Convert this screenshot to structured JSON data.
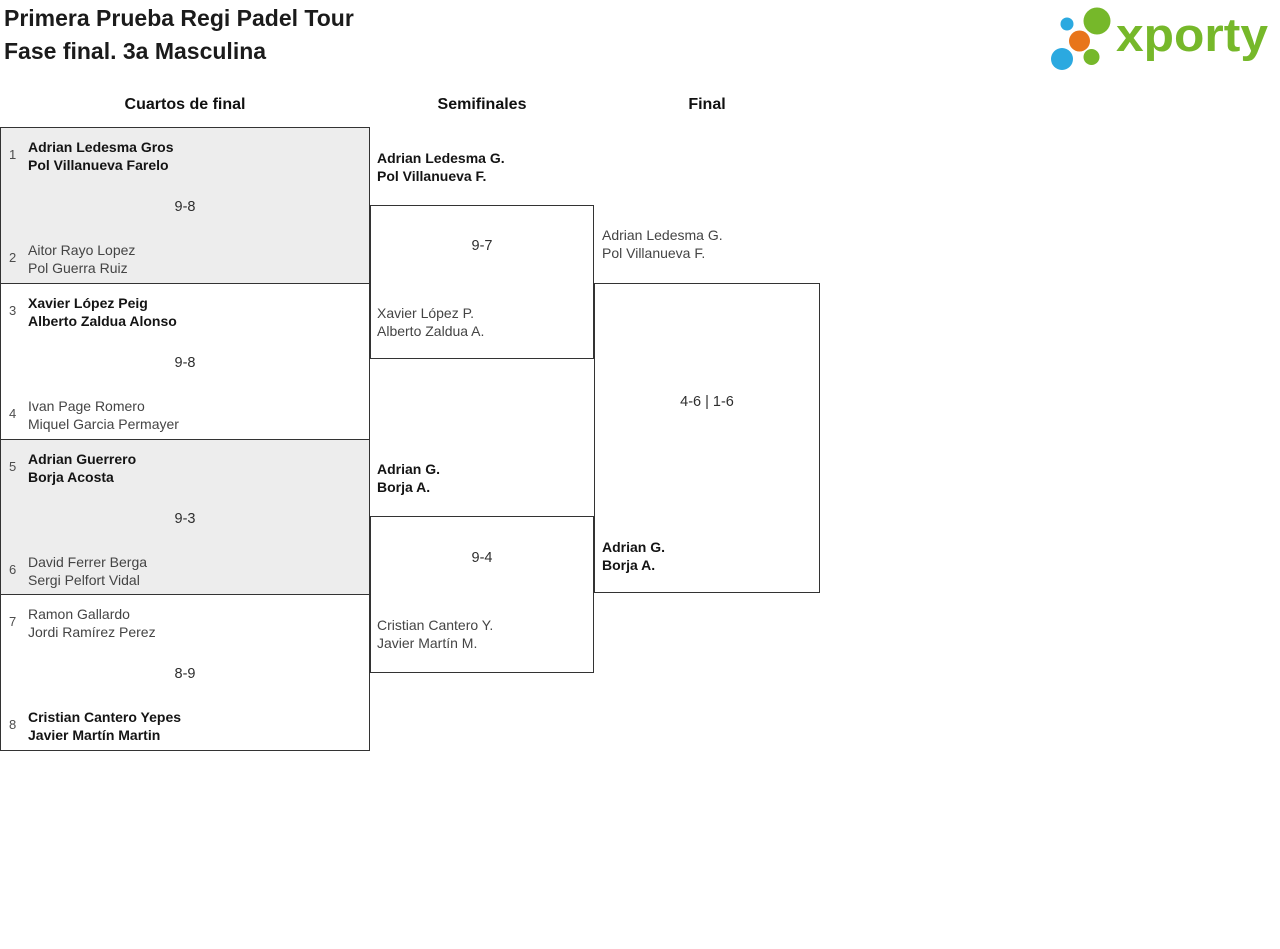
{
  "header": {
    "title_line1": "Primera Prueba Regi Padel Tour",
    "title_line2": "Fase final. 3a Masculina",
    "logo_text": "xporty"
  },
  "colors": {
    "logo_green": "#76B82A",
    "logo_blue": "#2BA9E0",
    "logo_orange": "#E8751A",
    "match_shaded_bg": "#EDEDED",
    "bracket_border": "#333333"
  },
  "columns": {
    "quarterfinals_label": "Cuartos de final",
    "semifinals_label": "Semifinales",
    "final_label": "Final"
  },
  "bracket": {
    "quarterfinals": [
      {
        "seed_top": "1",
        "team_top": [
          "Adrian Ledesma Gros",
          "Pol Villanueva Farelo"
        ],
        "score": "9-8",
        "seed_bottom": "2",
        "team_bottom": [
          "Aitor Rayo Lopez",
          "Pol Guerra Ruiz"
        ],
        "winner": "top"
      },
      {
        "seed_top": "3",
        "team_top": [
          "Xavier López Peig",
          "Alberto Zaldua Alonso"
        ],
        "score": "9-8",
        "seed_bottom": "4",
        "team_bottom": [
          "Ivan Page Romero",
          "Miquel Garcia Permayer"
        ],
        "winner": "top"
      },
      {
        "seed_top": "5",
        "team_top": [
          "Adrian Guerrero",
          "Borja Acosta"
        ],
        "score": "9-3",
        "seed_bottom": "6",
        "team_bottom": [
          "David Ferrer Berga",
          "Sergi Pelfort Vidal"
        ],
        "winner": "top"
      },
      {
        "seed_top": "7",
        "team_top": [
          "Ramon Gallardo",
          "Jordi Ramírez Perez"
        ],
        "score": "8-9",
        "seed_bottom": "8",
        "team_bottom": [
          "Cristian Cantero Yepes",
          "Javier Martín Martin"
        ],
        "winner": "bottom"
      }
    ],
    "semifinals": [
      {
        "team_top": [
          "Adrian Ledesma G.",
          "Pol Villanueva F."
        ],
        "score": "9-7",
        "team_bottom": [
          "Xavier López P.",
          "Alberto Zaldua A."
        ],
        "winner": "top"
      },
      {
        "team_top": [
          "Adrian G.",
          "Borja A."
        ],
        "score": "9-4",
        "team_bottom": [
          "Cristian Cantero Y.",
          "Javier Martín M."
        ],
        "winner": "top"
      }
    ],
    "final": {
      "team_top": [
        "Adrian Ledesma G.",
        "Pol Villanueva F."
      ],
      "score": "4-6 | 1-6",
      "team_bottom": [
        "Adrian G.",
        "Borja A."
      ],
      "winner": "bottom"
    }
  }
}
